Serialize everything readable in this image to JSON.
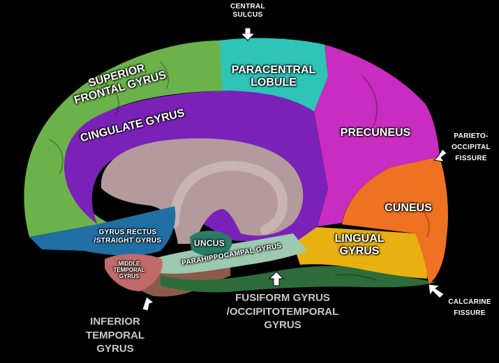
{
  "regions": {
    "superior_frontal_gyrus": {
      "label_1": "SUPERIOR",
      "label_2": "FRONTAL GYRUS",
      "color": "#6cb24a"
    },
    "paracentral_lobule": {
      "label_1": "PARACENTRAL",
      "label_2": "LOBULE",
      "color": "#2ec4b6"
    },
    "cingulate_gyrus": {
      "label": "CINGULATE GYRUS",
      "color": "#7a22b8"
    },
    "precuneus": {
      "label": "PRECUNEUS",
      "color": "#c82cc0"
    },
    "cuneus": {
      "label": "CUNEUS",
      "color": "#ee7222"
    },
    "lingual_gyrus": {
      "label_1": "LINGUAL",
      "label_2": "GYRUS",
      "color": "#e8b010"
    },
    "gyrus_rectus": {
      "label_1": "GYRUS RECTUS",
      "label_2": "/STRAIGHT GYRUS",
      "color": "#1f6fa5"
    },
    "uncus": {
      "label": "UNCUS",
      "color": "#2a7a6a"
    },
    "parahippocampal_gyrus": {
      "label": "PARAHIPPOCAMPAL GYRUS",
      "color": "#9cc9b0"
    },
    "middle_temporal_gyrus": {
      "label_1": "MIDDLE",
      "label_2": "TEMPORAL",
      "label_3": "GYRUS",
      "color": "#c06a6a"
    },
    "fusiform_gyrus": {
      "color": "#2e6b3a"
    },
    "corpus_callosum": {
      "color": "#b49a9c"
    }
  },
  "callouts": {
    "central_sulcus": {
      "label_1": "CENTRAL",
      "label_2": "SULCUS"
    },
    "parieto_occipital_fissure": {
      "label_1": "PARIETO-",
      "label_2": "OCCIPITAL",
      "label_3": "FISSURE"
    },
    "calcarine_fissure": {
      "label_1": "CALCARINE",
      "label_2": "FISSURE"
    },
    "fusiform_gyrus": {
      "label_1": "FUSIFORM GYRUS",
      "label_2": "/OCCIPITOTEMPORAL",
      "label_3": "GYRUS"
    },
    "inferior_temporal_gyrus": {
      "label_1": "INFERIOR",
      "label_2": "TEMPORAL",
      "label_3": "GYRUS"
    }
  }
}
